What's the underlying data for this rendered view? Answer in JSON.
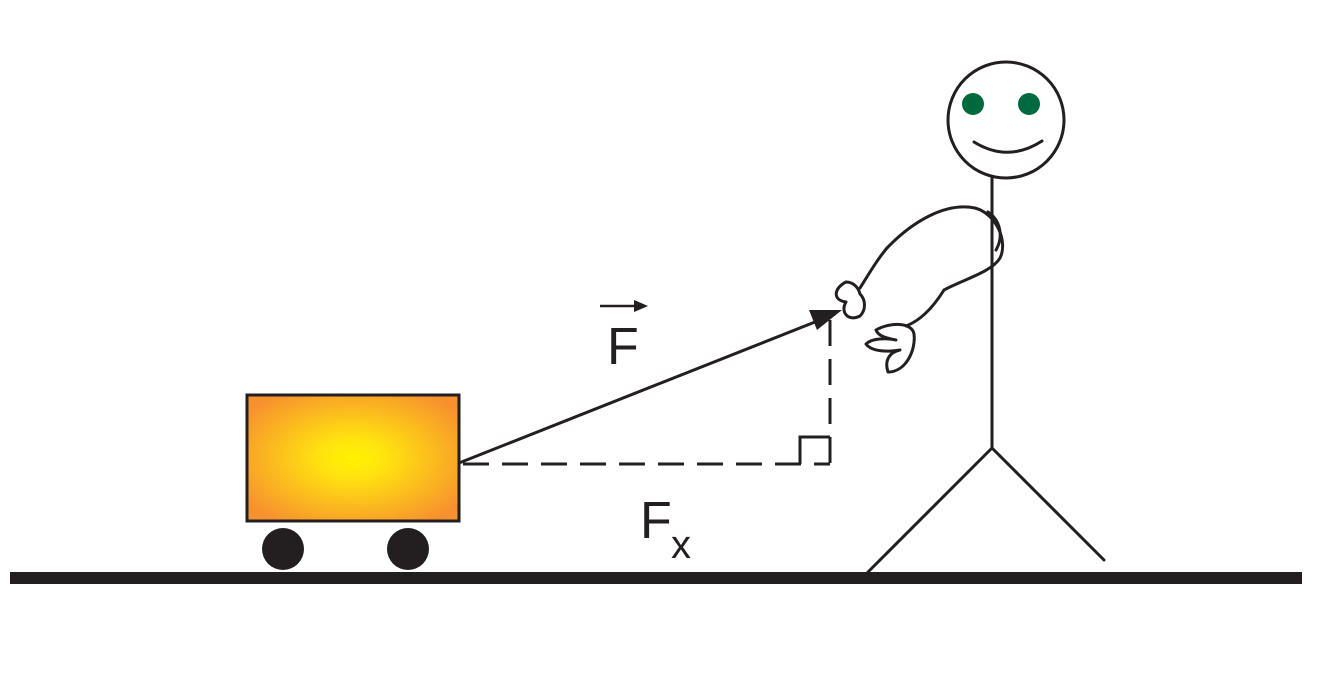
{
  "labels": {
    "force": "F",
    "force_x": "F",
    "force_x_subscript": "x"
  },
  "icons": {
    "vector_arrow": "vector-arrow-icon",
    "right_angle": "right-angle-marker-icon"
  },
  "colors": {
    "ink": "#231f20",
    "eyes": "#00693e",
    "cart_center": "#fff200",
    "cart_edge": "#f7902f",
    "background": "#ffffff"
  }
}
